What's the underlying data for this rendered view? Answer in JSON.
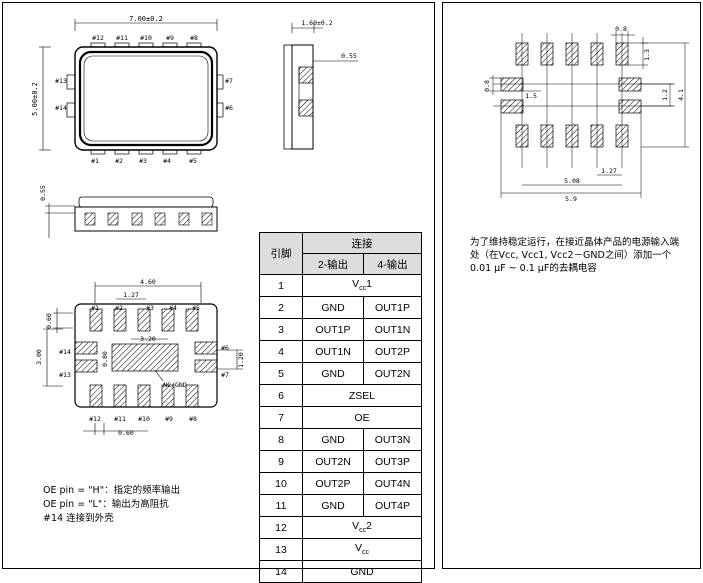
{
  "left": {
    "top_view": {
      "width_dim": "7.00±0.2",
      "height_dim": "5.00±0.2",
      "top_pins": [
        "#12",
        "#11",
        "#10",
        "#9",
        "#8"
      ],
      "bottom_pins": [
        "#1",
        "#2",
        "#3",
        "#4",
        "#5"
      ],
      "left_pins": [
        "#13",
        "#14"
      ],
      "right_pins": [
        "#7",
        "#6"
      ]
    },
    "side_view": {
      "thickness_dim": "1.60±0.2",
      "pad_dim": "0.55"
    },
    "front_view": {
      "height_dim": "0.55"
    },
    "bottom_view": {
      "width_dim": "4.60",
      "pitch_dim": "1.27",
      "center_dim": "3.20",
      "top_pad_dim": "0.60",
      "height_dim": "3.00",
      "center_h_dim": "0.80",
      "right_dim": "1.20",
      "bottom_pad_dim": "0.60",
      "nc_label": "NC/GND",
      "top_pins": [
        "#1",
        "#2",
        "#3",
        "#4",
        "#5"
      ],
      "bottom_pins": [
        "#12",
        "#11",
        "#10",
        "#9",
        "#8"
      ],
      "left_pins": [
        "#14",
        "#13"
      ],
      "right_pins": [
        "#6",
        "#7"
      ]
    },
    "notes": [
      "OE pin = \"H\"：指定的频率输出",
      "OE pin = \"L\"：输出为高阻抗",
      "#14 连接到外壳"
    ],
    "table": {
      "header_pin": "引脚",
      "header_connect": "连接",
      "header_2out": "2-输出",
      "header_4out": "4-输出",
      "rows": [
        {
          "pin": "1",
          "merged": "Vcc1",
          "sub": "cc",
          "main": "V",
          "suffix": "1"
        },
        {
          "pin": "2",
          "a": "GND",
          "b": "OUT1P"
        },
        {
          "pin": "3",
          "a": "OUT1P",
          "b": "OUT1N"
        },
        {
          "pin": "4",
          "a": "OUT1N",
          "b": "OUT2P"
        },
        {
          "pin": "5",
          "a": "GND",
          "b": "OUT2N"
        },
        {
          "pin": "6",
          "merged": "ZSEL"
        },
        {
          "pin": "7",
          "merged": "OE"
        },
        {
          "pin": "8",
          "a": "GND",
          "b": "OUT3N"
        },
        {
          "pin": "9",
          "a": "OUT2N",
          "b": "OUT3P"
        },
        {
          "pin": "10",
          "a": "OUT2P",
          "b": "OUT4N"
        },
        {
          "pin": "11",
          "a": "GND",
          "b": "OUT4P"
        },
        {
          "pin": "12",
          "merged": "Vcc2",
          "sub": "cc",
          "main": "V",
          "suffix": "2"
        },
        {
          "pin": "13",
          "merged": "Vcc",
          "sub": "cc",
          "main": "V",
          "suffix": ""
        },
        {
          "pin": "14",
          "merged": "GND"
        }
      ]
    }
  },
  "right": {
    "dims": {
      "pad_w": "0.8",
      "pad_h": "1.3",
      "side_pad": "0.8",
      "side_gap": "1.5",
      "center_h": "1.2",
      "total_h": "4.1",
      "pitch": "1.27",
      "span_inner": "5.08",
      "span_outer": "5.9"
    },
    "note": "为了维持稳定运行，在接近晶体产品的电源输入端处（在Vcc, Vcc1, Vcc2－GND之间）添加一个0.01 μF ~ 0.1 μF的去耦电容"
  }
}
